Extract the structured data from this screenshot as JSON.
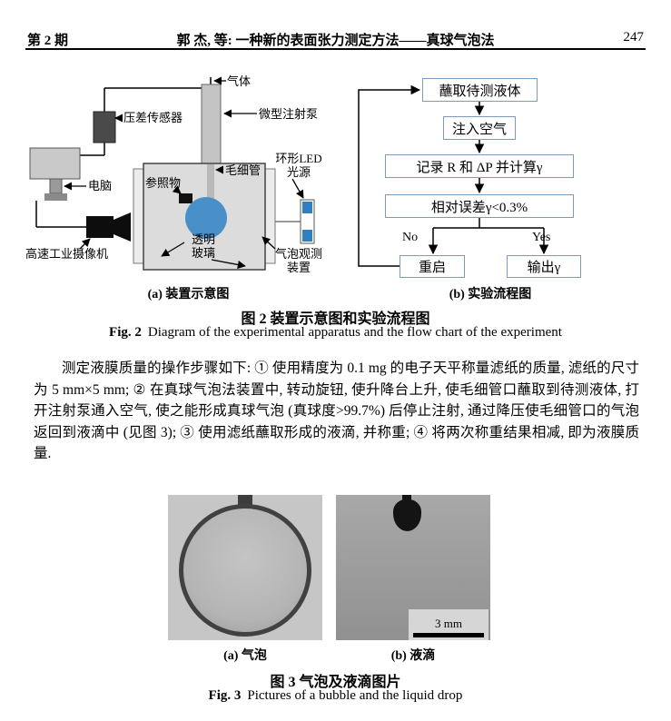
{
  "header": {
    "issue": "第 2 期",
    "running_title": "郭  杰, 等: 一种新的表面张力测定方法——真球气泡法",
    "page_number": "247"
  },
  "figure2": {
    "apparatus": {
      "gas": "气体",
      "syringe_pump": "微型注射泵",
      "pressure_sensor": "压差传感器",
      "capillary": "毛细管",
      "led_source": "环形LED\n光源",
      "computer": "电脑",
      "reference": "参照物",
      "glass": "透明\n玻璃",
      "camera": "高速工业摄像机",
      "observer": "气泡观测\n装置",
      "caption": "(a) 装置示意图"
    },
    "flowchart": {
      "step1": "蘸取待测液体",
      "step2": "注入空气",
      "step3": "记录 R 和 ΔP 并计算γ",
      "step4": "相对误差γ<0.3%",
      "no": "No",
      "yes": "Yes",
      "restart": "重启",
      "output": "输出γ",
      "caption": "(b) 实验流程图"
    },
    "caption_cn": "图 2  装置示意图和实验流程图",
    "caption_en_label": "Fig. 2",
    "caption_en_text": "Diagram of the experimental apparatus and the flow chart of the experiment"
  },
  "body_paragraph": "测定液膜质量的操作步骤如下: ① 使用精度为 0.1 mg 的电子天平称量滤纸的质量, 滤纸的尺寸为 5 mm×5 mm; ② 在真球气泡法装置中, 转动旋钮, 使升降台上升, 使毛细管口蘸取到待测液体, 打开注射泵通入空气, 使之能形成真球气泡 (真球度>99.7%) 后停止注射, 通过降压使毛细管口的气泡返回到液滴中 (见图 3); ③ 使用滤纸蘸取形成的液滴, 并称重; ④ 将两次称重结果相减, 即为液膜质量.",
  "figure3": {
    "caption_a": "(a) 气泡",
    "caption_b": "(b) 液滴",
    "scale_label": "3 mm",
    "caption_cn": "图 3  气泡及液滴图片",
    "caption_en_label": "Fig. 3",
    "caption_en_text": "Pictures of a bubble and the liquid drop"
  },
  "colors": {
    "flow_box_border": "#7b9cbd",
    "bubble": "#4a90c8",
    "led_blue": "#2f7fc1"
  }
}
